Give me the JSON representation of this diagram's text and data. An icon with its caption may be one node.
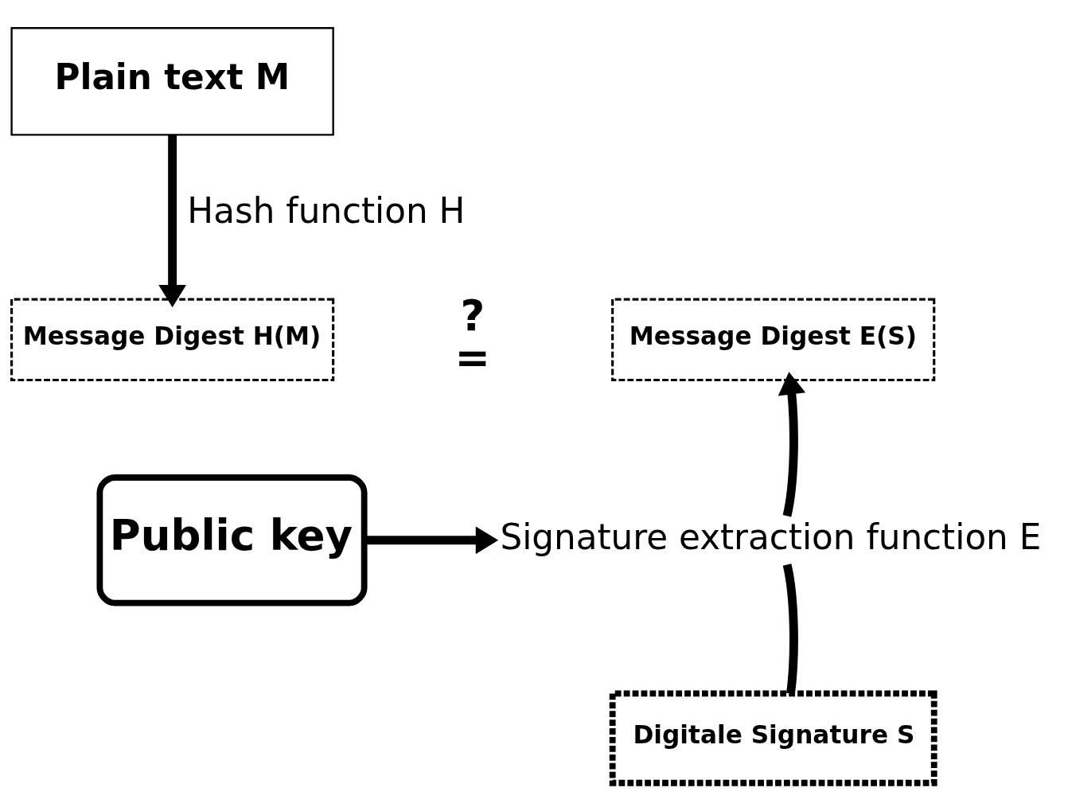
{
  "diagram": {
    "nodes": [
      {
        "text": [
          "Plain text M"
        ]
      },
      {
        "text": [
          "Message Digest H(M)"
        ]
      },
      {
        "text": [
          "Message Digest E(S)"
        ]
      },
      {
        "text": [
          "Public key"
        ]
      },
      {
        "text": [
          "Digitale Signature S"
        ]
      },
      {
        "text": [
          "Signature extraction function E"
        ]
      }
    ],
    "edges": [
      {
        "from": 0,
        "to": 1,
        "arrow": "to",
        "label": "Hash function H"
      },
      {
        "from": 4,
        "to": 5,
        "arrow": "none"
      },
      {
        "from": 5,
        "to": 2,
        "arrow": "to"
      },
      {
        "from": 3,
        "to": 5,
        "arrow": "to"
      }
    ],
    "labels": [
      "?",
      "="
    ]
  }
}
